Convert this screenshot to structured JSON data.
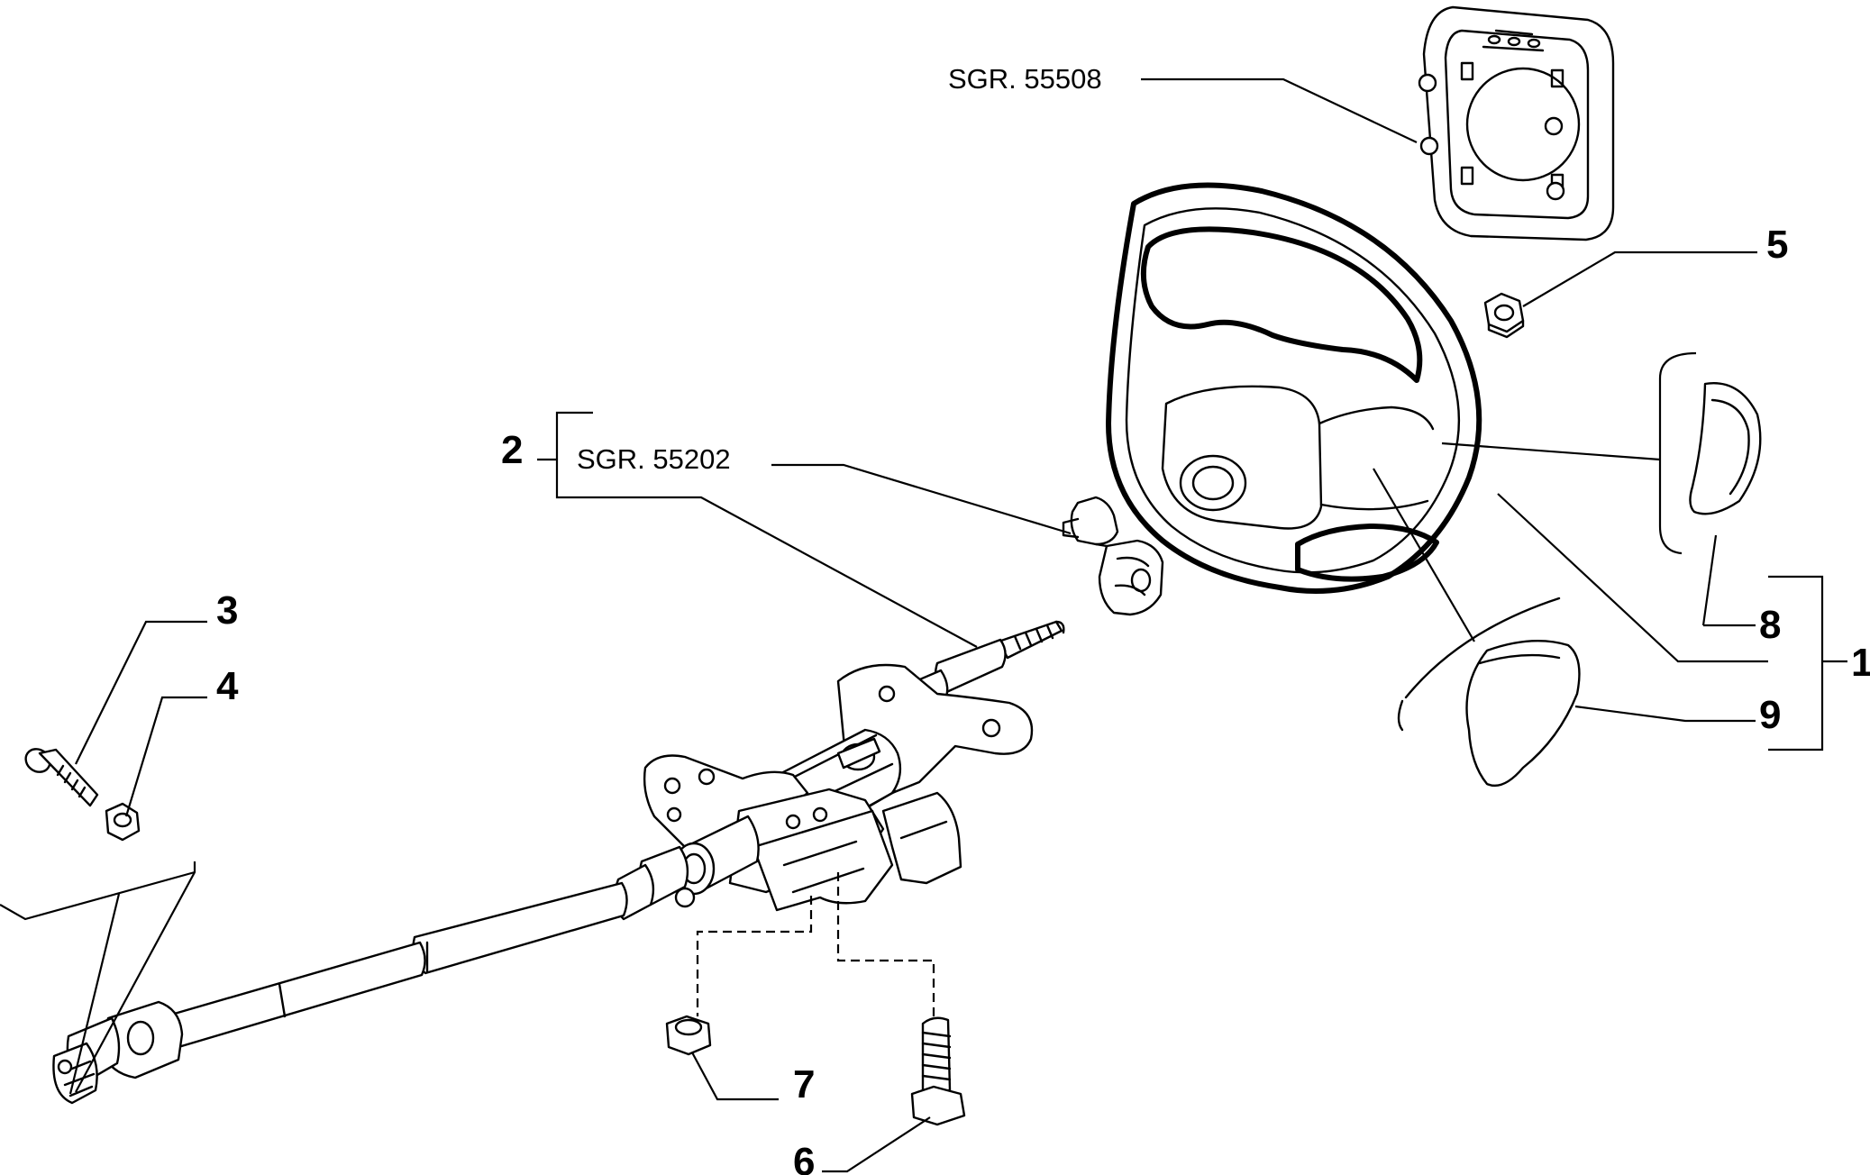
{
  "callouts": {
    "c1": "1",
    "c2": "2",
    "c3": "3",
    "c4": "4",
    "c5": "5",
    "c6": "6",
    "c7": "7",
    "c8": "8",
    "c9": "9"
  },
  "references": {
    "airbag_group": "SGR. 55508",
    "column_group": "SGR. 55202"
  }
}
